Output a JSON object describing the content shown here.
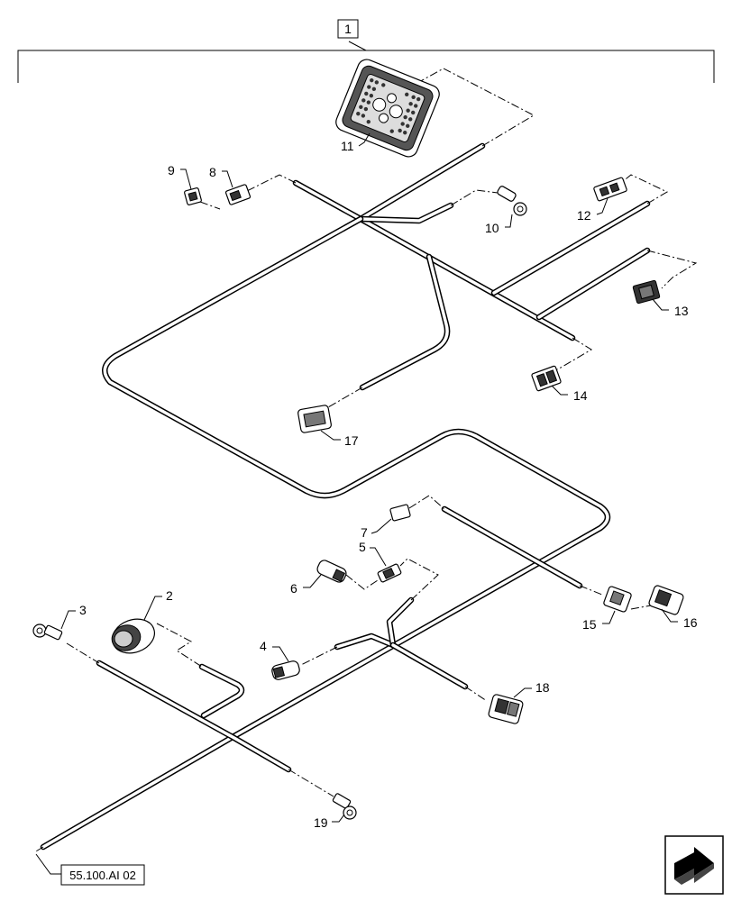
{
  "assembly_label": "1",
  "reference_label": "55.100.AI 02",
  "callouts": {
    "c2": "2",
    "c3": "3",
    "c4": "4",
    "c5": "5",
    "c6": "6",
    "c7": "7",
    "c8": "8",
    "c9": "9",
    "c10": "10",
    "c11": "11",
    "c12": "12",
    "c13": "13",
    "c14": "14",
    "c15": "15",
    "c16": "16",
    "c17": "17",
    "c18": "18",
    "c19": "19"
  },
  "icons": {
    "nav": "arrow-navigation-icon"
  },
  "colors": {
    "line": "#000000",
    "background": "#ffffff"
  }
}
